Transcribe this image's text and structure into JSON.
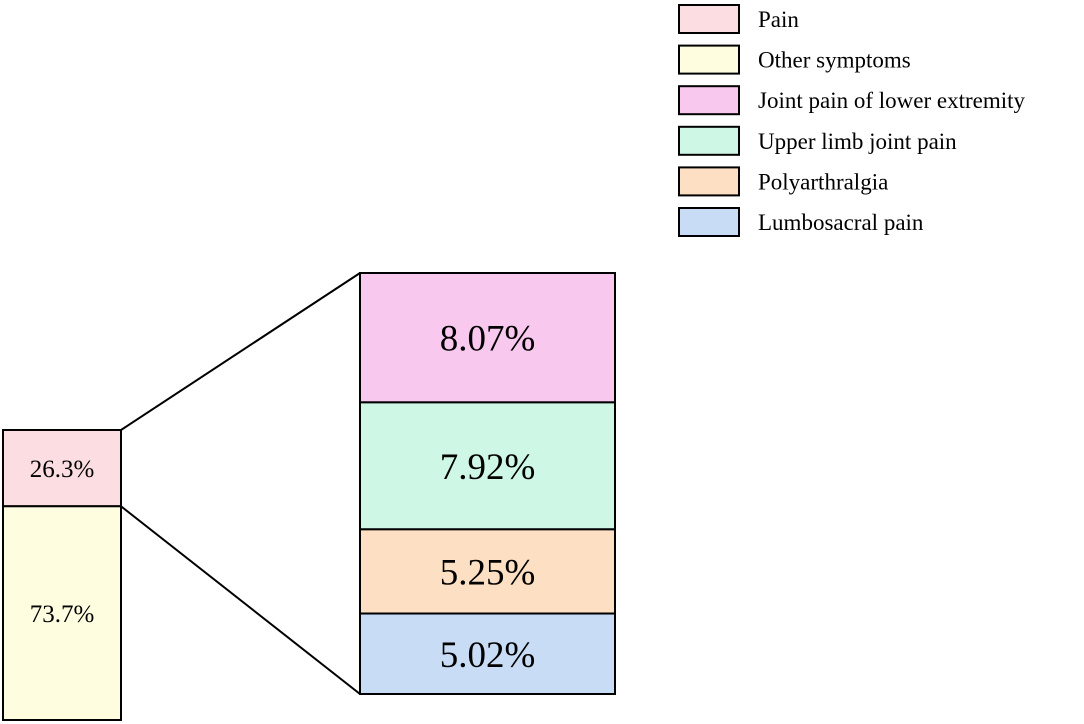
{
  "chart_data": {
    "type": "bar",
    "subtype": "bar-of-bar (stacked, exploded)",
    "legend_position": "top-right",
    "grid": false,
    "legend": [
      {
        "name": "Pain",
        "color": "#fbdde2"
      },
      {
        "name": "Other symptoms",
        "color": "#fffde0"
      },
      {
        "name": "Joint pain of lower extremity",
        "color": "#f8c8ee"
      },
      {
        "name": "Upper limb joint pain",
        "color": "#cff7e5"
      },
      {
        "name": "Polyarthralgia",
        "color": "#fde0c3"
      },
      {
        "name": "Lumbosacral pain",
        "color": "#c9dcf6"
      }
    ],
    "primary_bar": {
      "segments": [
        {
          "name": "Pain",
          "value": 26.3,
          "label": "26.3%",
          "color": "#fbdde2"
        },
        {
          "name": "Other symptoms",
          "value": 73.7,
          "label": "73.7%",
          "color": "#fffde0"
        }
      ]
    },
    "breakdown_bar": {
      "of": "Pain",
      "segments": [
        {
          "name": "Joint pain of lower extremity",
          "value": 8.07,
          "label": "8.07%",
          "color": "#f8c8ee"
        },
        {
          "name": "Upper limb joint pain",
          "value": 7.92,
          "label": "7.92%",
          "color": "#cff7e5"
        },
        {
          "name": "Polyarthralgia",
          "value": 5.25,
          "label": "5.25%",
          "color": "#fde0c3"
        },
        {
          "name": "Lumbosacral pain",
          "value": 5.02,
          "label": "5.02%",
          "color": "#c9dcf6"
        }
      ]
    }
  }
}
